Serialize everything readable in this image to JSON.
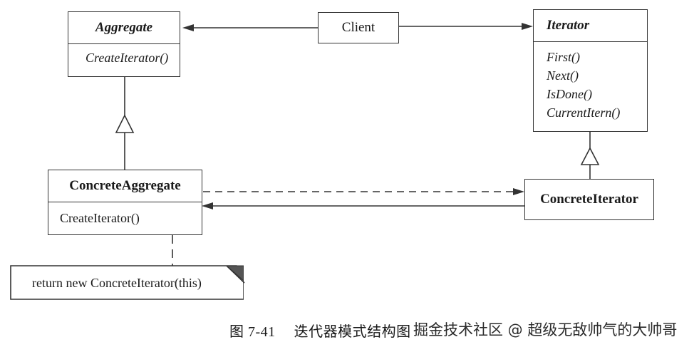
{
  "aggregate": {
    "name": "Aggregate",
    "ops": [
      "CreateIterator()"
    ]
  },
  "client": {
    "name": "Client"
  },
  "iterator": {
    "name": "Iterator",
    "ops": [
      "First()",
      "Next()",
      "IsDone()",
      "CurrentItern()"
    ]
  },
  "concrete_aggregate": {
    "name": "ConcreteAggregate",
    "ops": [
      "CreateIterator()"
    ]
  },
  "concrete_iterator": {
    "name": "ConcreteIterator"
  },
  "note": {
    "text": "return new ConcreteIterator(this)"
  },
  "caption": {
    "figure": "图 7-41",
    "title": "迭代器模式结构图"
  },
  "watermark": {
    "text": "掘金技术社区 @ 超级无敌帅气的大帅哥"
  }
}
